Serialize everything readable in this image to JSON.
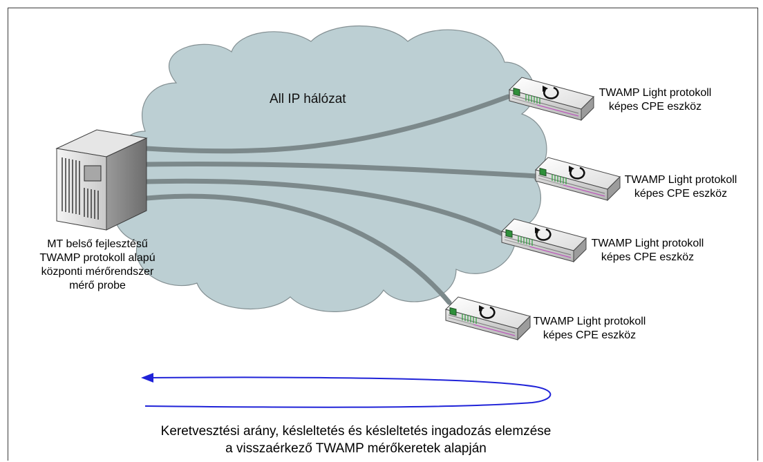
{
  "network": {
    "title": "All IP hálózat"
  },
  "server": {
    "label_lines": [
      "MT belső fejlesztésű",
      "TWAMP protokoll alapú",
      "központi mérőrendszer",
      "mérő probe"
    ]
  },
  "devices": [
    {
      "line1": "TWAMP Light protokoll",
      "line2": "képes CPE eszköz"
    },
    {
      "line1": "TWAMP Light protokoll",
      "line2": "képes CPE eszköz"
    },
    {
      "line1": "TWAMP Light protokoll",
      "line2": "képes CPE eszköz"
    },
    {
      "line1": "TWAMP Light protokoll",
      "line2": "képes CPE eszköz"
    }
  ],
  "caption": {
    "line1": "Keretvesztési arány, késleltetés és késleltetés ingadozás elemzése",
    "line2": "a visszaérkező TWAMP mérőkeretek alapján"
  },
  "colors": {
    "cloud": "#bdcfd4",
    "cloud_stroke": "#7f8b8e",
    "link": "#7d8a8c",
    "arrow": "#1f20d6"
  }
}
